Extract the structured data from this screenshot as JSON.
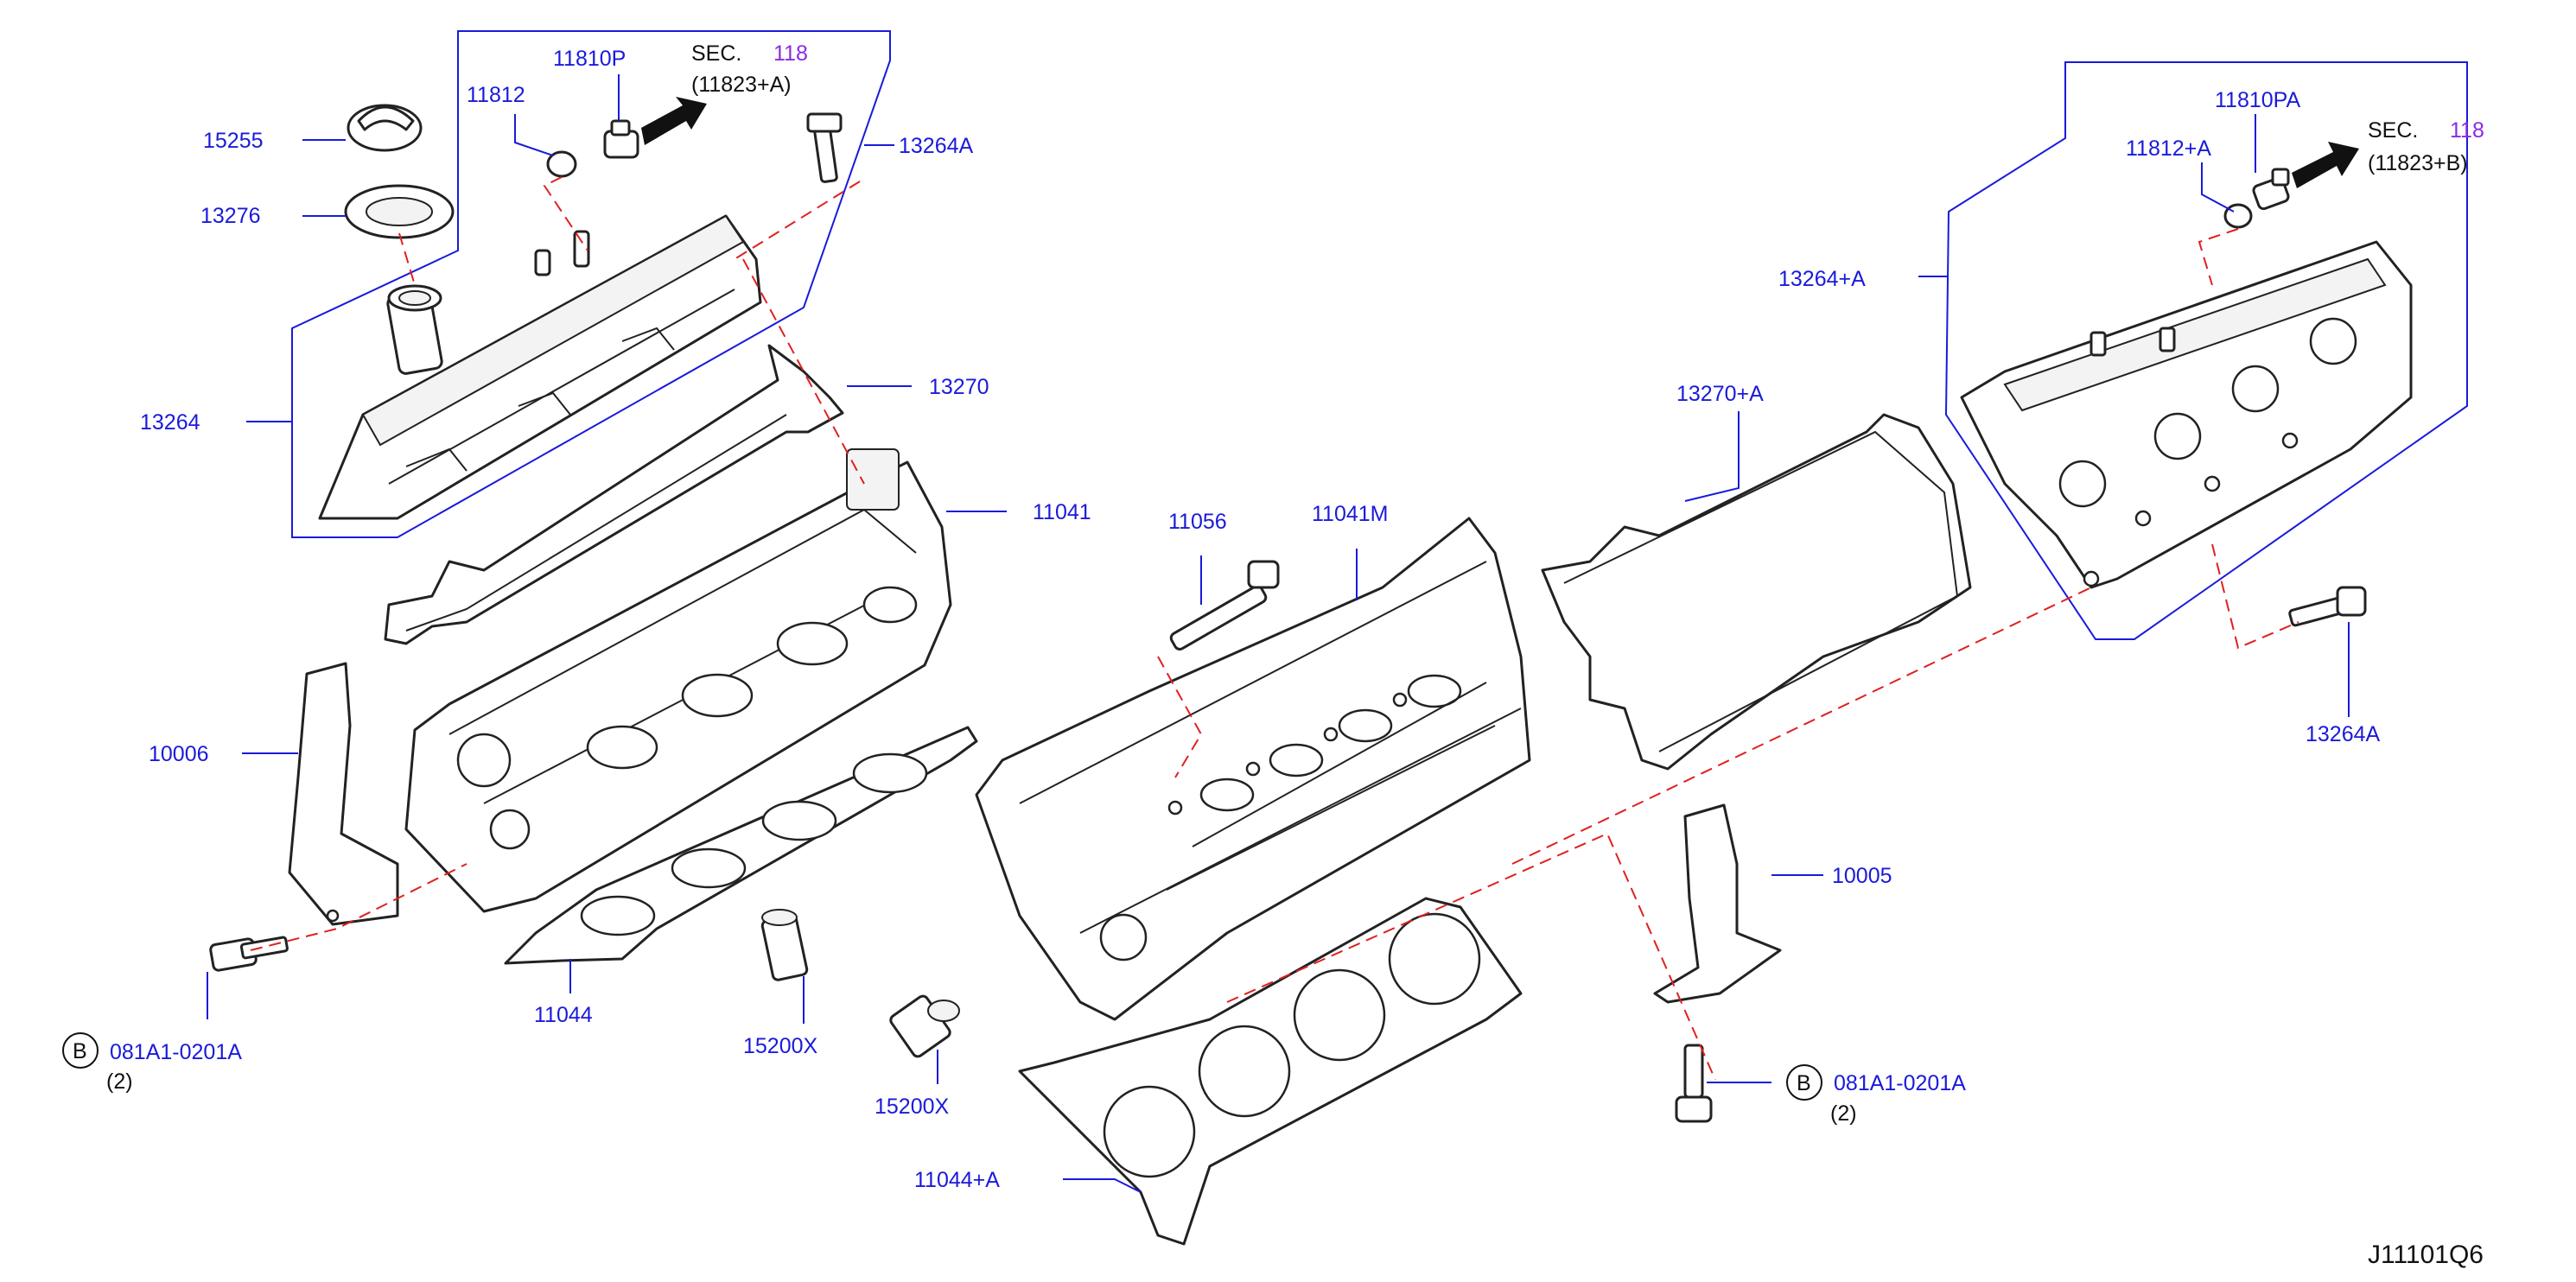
{
  "diagram": {
    "ref_code": "J11101Q6",
    "colors": {
      "callout": "#1a1adb",
      "section_ref": "#8a2be2",
      "leader_dash": "#e0201f",
      "text": "#111111"
    },
    "sec_left": {
      "prefix": "SEC.",
      "number": "118",
      "sub": "(11823+A)"
    },
    "sec_right": {
      "prefix": "SEC.",
      "number": "118",
      "sub": "(11823+B)"
    },
    "callouts": {
      "p15255": "15255",
      "p13276": "13276",
      "p11812": "11812",
      "p11810P": "11810P",
      "p13264A_top": "13264A",
      "p13264": "13264",
      "p13270": "13270",
      "p11041": "11041",
      "p10006": "10006",
      "p11044": "11044",
      "p15200X_a": "15200X",
      "p15200X_b": "15200X",
      "p11056": "11056",
      "p11041M": "11041M",
      "p11044A": "11044+A",
      "p13270A": "13270+A",
      "p13264plusA": "13264+A",
      "p11812A": "11812+A",
      "p11810PA": "11810PA",
      "p13264A_right": "13264A",
      "p10005": "10005"
    },
    "bolt_left": {
      "badge": "B",
      "part": "081A1-0201A",
      "qty": "(2)"
    },
    "bolt_right": {
      "badge": "B",
      "part": "081A1-0201A",
      "qty": "(2)"
    }
  }
}
